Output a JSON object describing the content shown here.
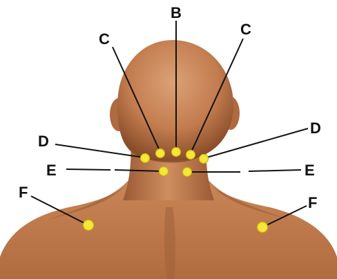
{
  "colors": {
    "background": "#ffffff",
    "skin_light": "#d9996b",
    "skin_mid": "#c07a4c",
    "skin_dark": "#7d4626",
    "point": "#f4e63a",
    "point_outline": "#c9b800",
    "line": "#111111"
  },
  "labels": {
    "b": "B",
    "c_left": "C",
    "c_right": "C",
    "d_left": "D",
    "d_right": "D",
    "e_left": "E",
    "e_right": "E",
    "f_left": "F",
    "f_right": "F"
  }
}
